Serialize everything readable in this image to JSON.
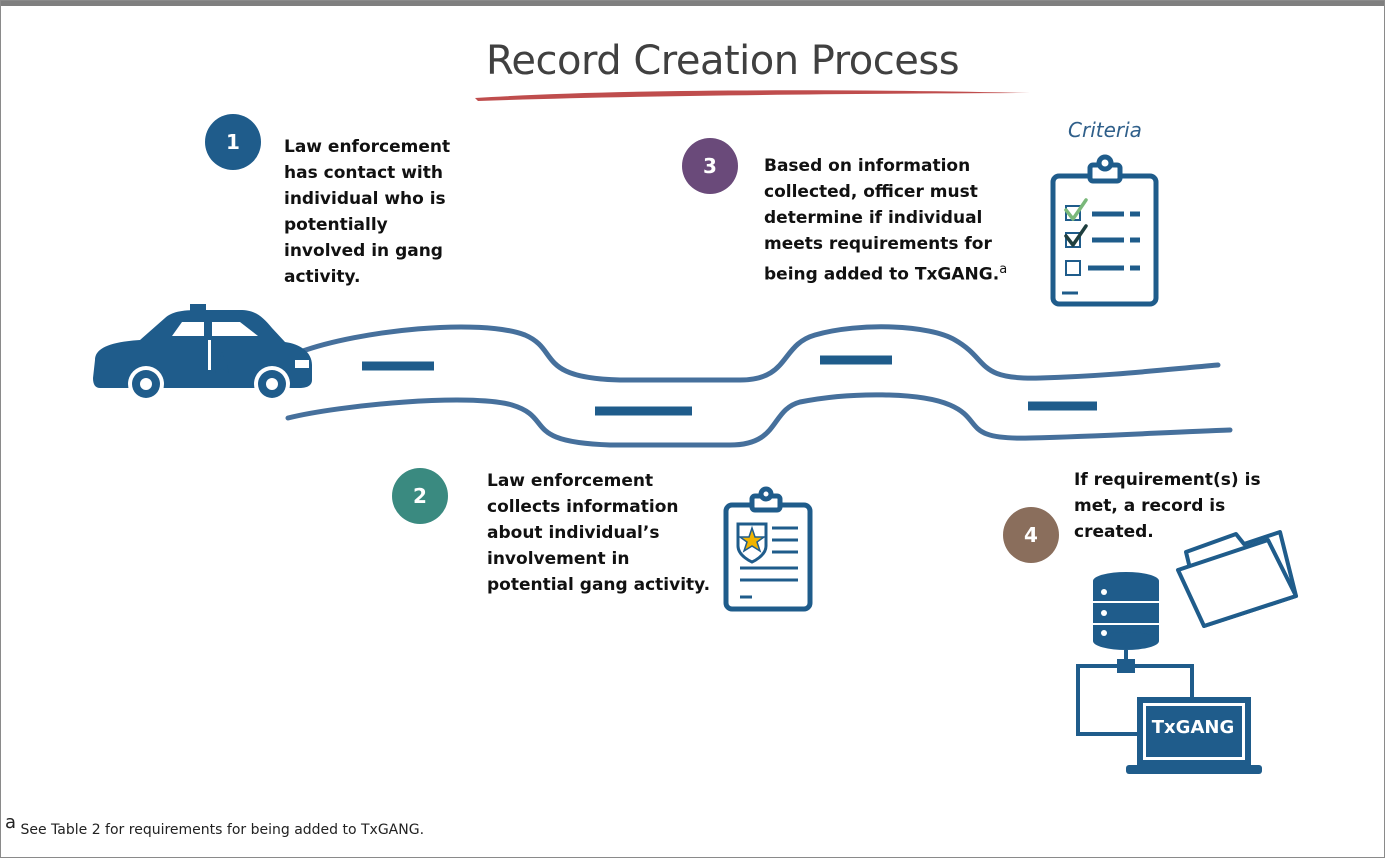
{
  "title": "Record Creation Process",
  "colors": {
    "road": "#46709c",
    "step1": "#1f5c8b",
    "step2": "#3a8a80",
    "step3": "#6a4a7a",
    "step4": "#8a6e5c",
    "title_underline": "#c0392b"
  },
  "steps": [
    {
      "number": "1",
      "text": "Law enforcement has contact with individual who is potentially involved in gang activity."
    },
    {
      "number": "2",
      "text": "Law enforcement collects information about individual’s involvement in potential gang activity."
    },
    {
      "number": "3",
      "text": "Based on information collected, officer must determine if individual meets requirements for being added to TxGANG.",
      "footnote_marker": "a"
    },
    {
      "number": "4",
      "text": "If requirement(s) is met, a record is created."
    }
  ],
  "criteria_label": "Criteria",
  "database_label": "TxGANG",
  "icons": [
    "police-car-icon",
    "clipboard-badge-icon",
    "clipboard-checklist-icon",
    "database-icon",
    "folder-icon",
    "laptop-icon"
  ],
  "footnote": {
    "marker": "a",
    "text": "See Table 2 for requirements for being added to TxGANG."
  }
}
